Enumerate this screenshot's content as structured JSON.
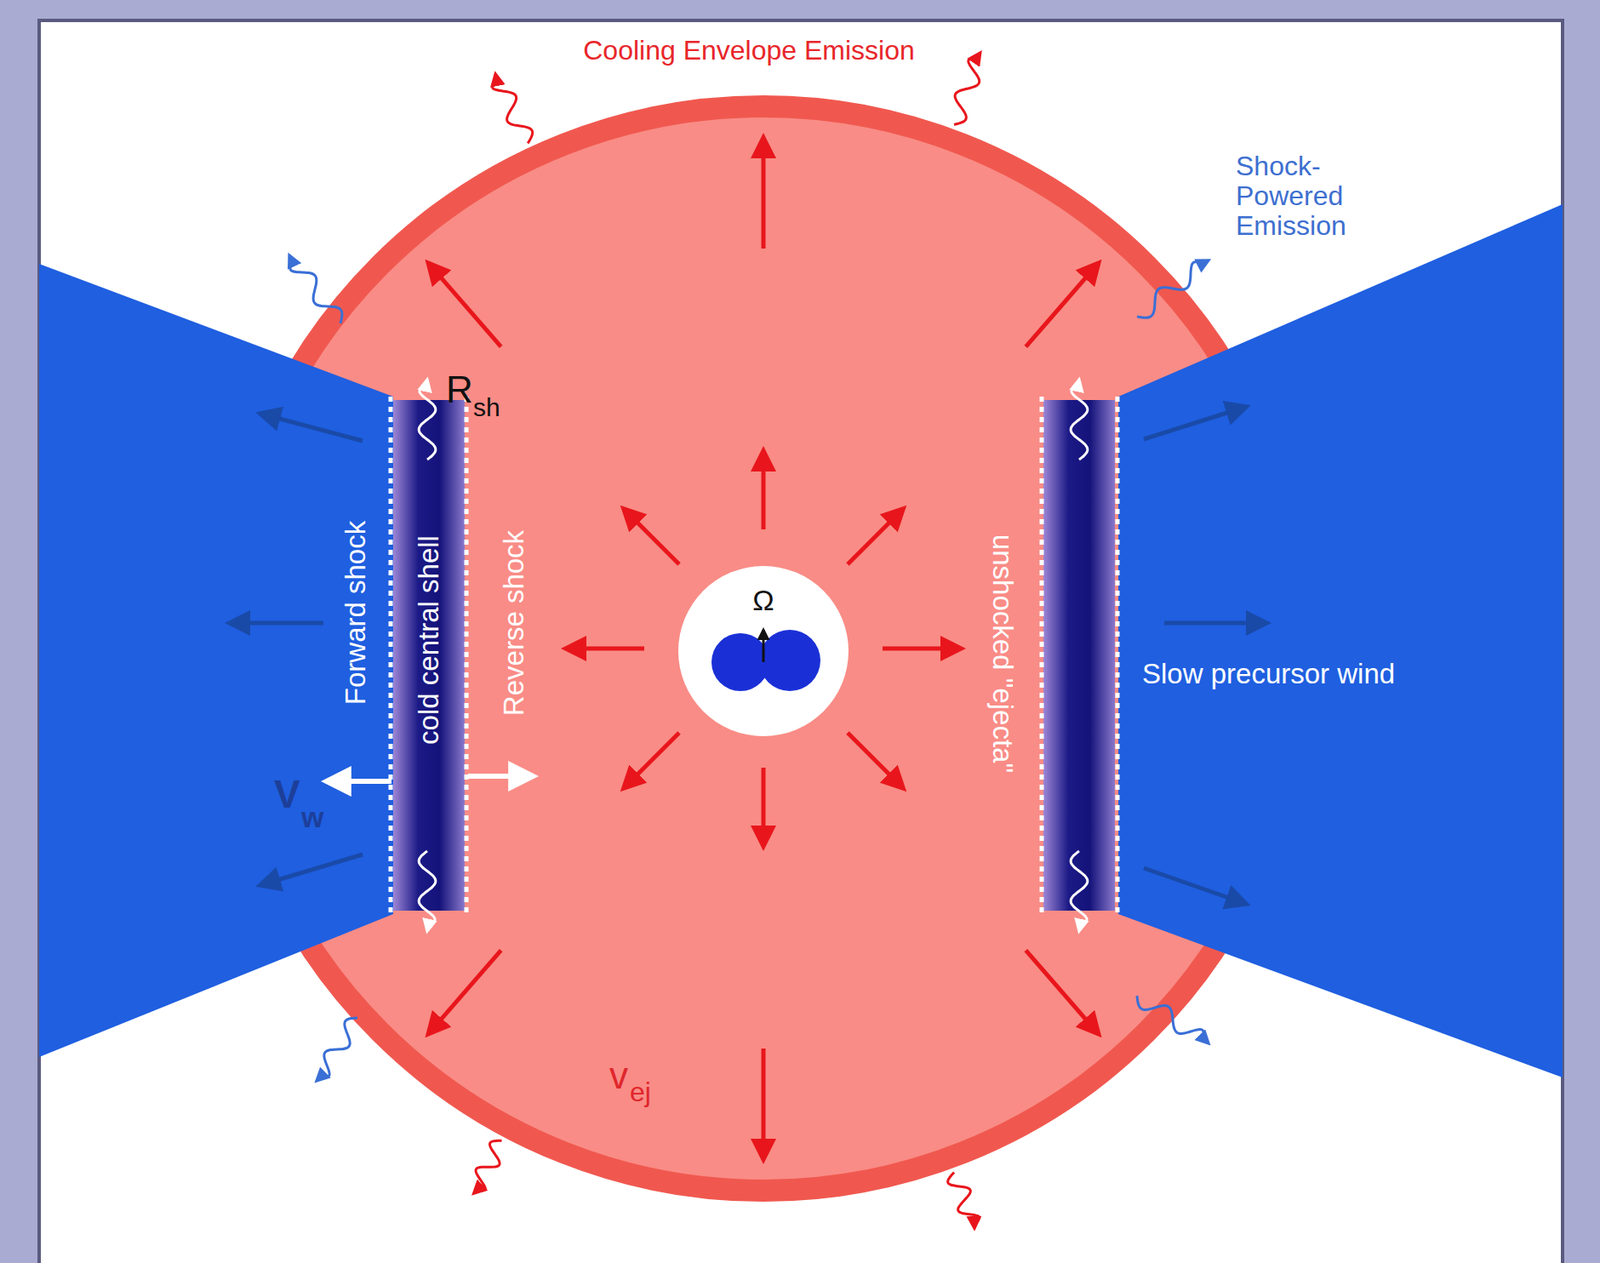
{
  "diagram": {
    "labels": [
      "Cooling Envelope Emission",
      "Shock- Powered Emission",
      "R",
      "sh",
      "Forward shock",
      "cold central shell",
      "Reverse shock",
      "unshocked \"ejecta\"",
      "Slow precursor wind",
      "V",
      "w",
      "v",
      "ej",
      "Ω"
    ]
  }
}
